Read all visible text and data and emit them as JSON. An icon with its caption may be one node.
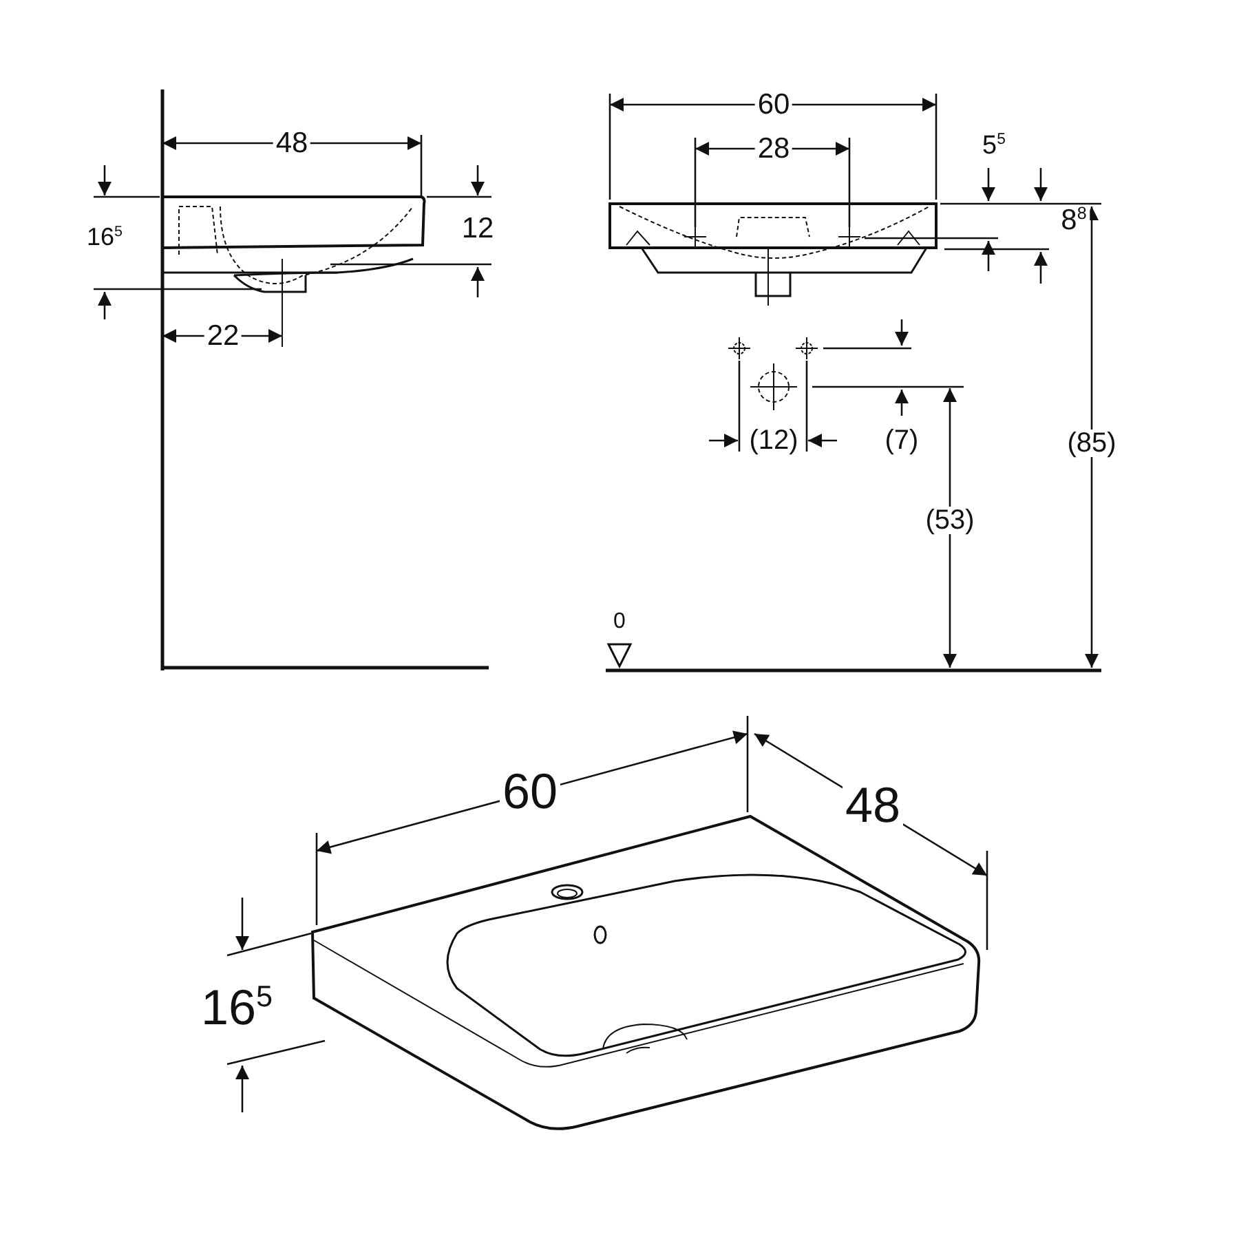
{
  "diagram": {
    "labels": [
      "48",
      "16$^{5}$",
      "12",
      "22",
      "60",
      "28",
      "5$^{5}$",
      "8$^{8}$",
      "(12)",
      "(7)",
      "(53)",
      "(85)",
      "0",
      "60",
      "48",
      "16$^{5}$"
    ]
  }
}
